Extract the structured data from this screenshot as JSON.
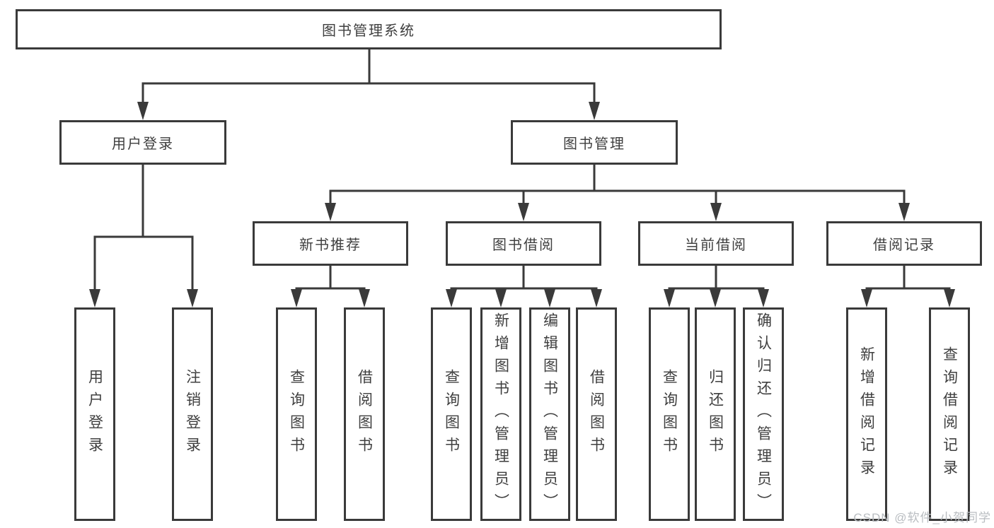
{
  "diagram": {
    "type": "tree",
    "nodes": {
      "root": "图书管理系统",
      "user_login": "用户登录",
      "book_mgmt": "图书管理",
      "new_book": "新书推荐",
      "book_borrow": "图书借阅",
      "current_borrow": "当前借阅",
      "borrow_record": "借阅记录",
      "user_login_children": [
        "用户登录",
        "注销登录"
      ],
      "new_book_children": [
        "查询图书",
        "借阅图书"
      ],
      "book_borrow_children": [
        "查询图书",
        "新增图书（管理员）",
        "编辑图书（管理员）",
        "借阅图书"
      ],
      "current_borrow_children": [
        "查询图书",
        "归还图书",
        "确认归还（管理员）"
      ],
      "borrow_record_children": [
        "新增借阅记录",
        "查询借阅记录"
      ]
    },
    "edges": [
      [
        "图书管理系统",
        "用户登录"
      ],
      [
        "图书管理系统",
        "图书管理"
      ],
      [
        "用户登录",
        "用户登录"
      ],
      [
        "用户登录",
        "注销登录"
      ],
      [
        "图书管理",
        "新书推荐"
      ],
      [
        "图书管理",
        "图书借阅"
      ],
      [
        "图书管理",
        "当前借阅"
      ],
      [
        "图书管理",
        "借阅记录"
      ],
      [
        "新书推荐",
        "查询图书"
      ],
      [
        "新书推荐",
        "借阅图书"
      ],
      [
        "图书借阅",
        "查询图书"
      ],
      [
        "图书借阅",
        "新增图书（管理员）"
      ],
      [
        "图书借阅",
        "编辑图书（管理员）"
      ],
      [
        "图书借阅",
        "借阅图书"
      ],
      [
        "当前借阅",
        "查询图书"
      ],
      [
        "当前借阅",
        "归还图书"
      ],
      [
        "当前借阅",
        "确认归还（管理员）"
      ],
      [
        "借阅记录",
        "新增借阅记录"
      ],
      [
        "借阅记录",
        "查询借阅记录"
      ]
    ],
    "watermark": "CSDN @软件_小贺同学",
    "colors": {
      "line": "#3a3a3a",
      "text": "#3f3f3f",
      "watermark": "#b9bdc1",
      "background": "#ffffff"
    }
  }
}
